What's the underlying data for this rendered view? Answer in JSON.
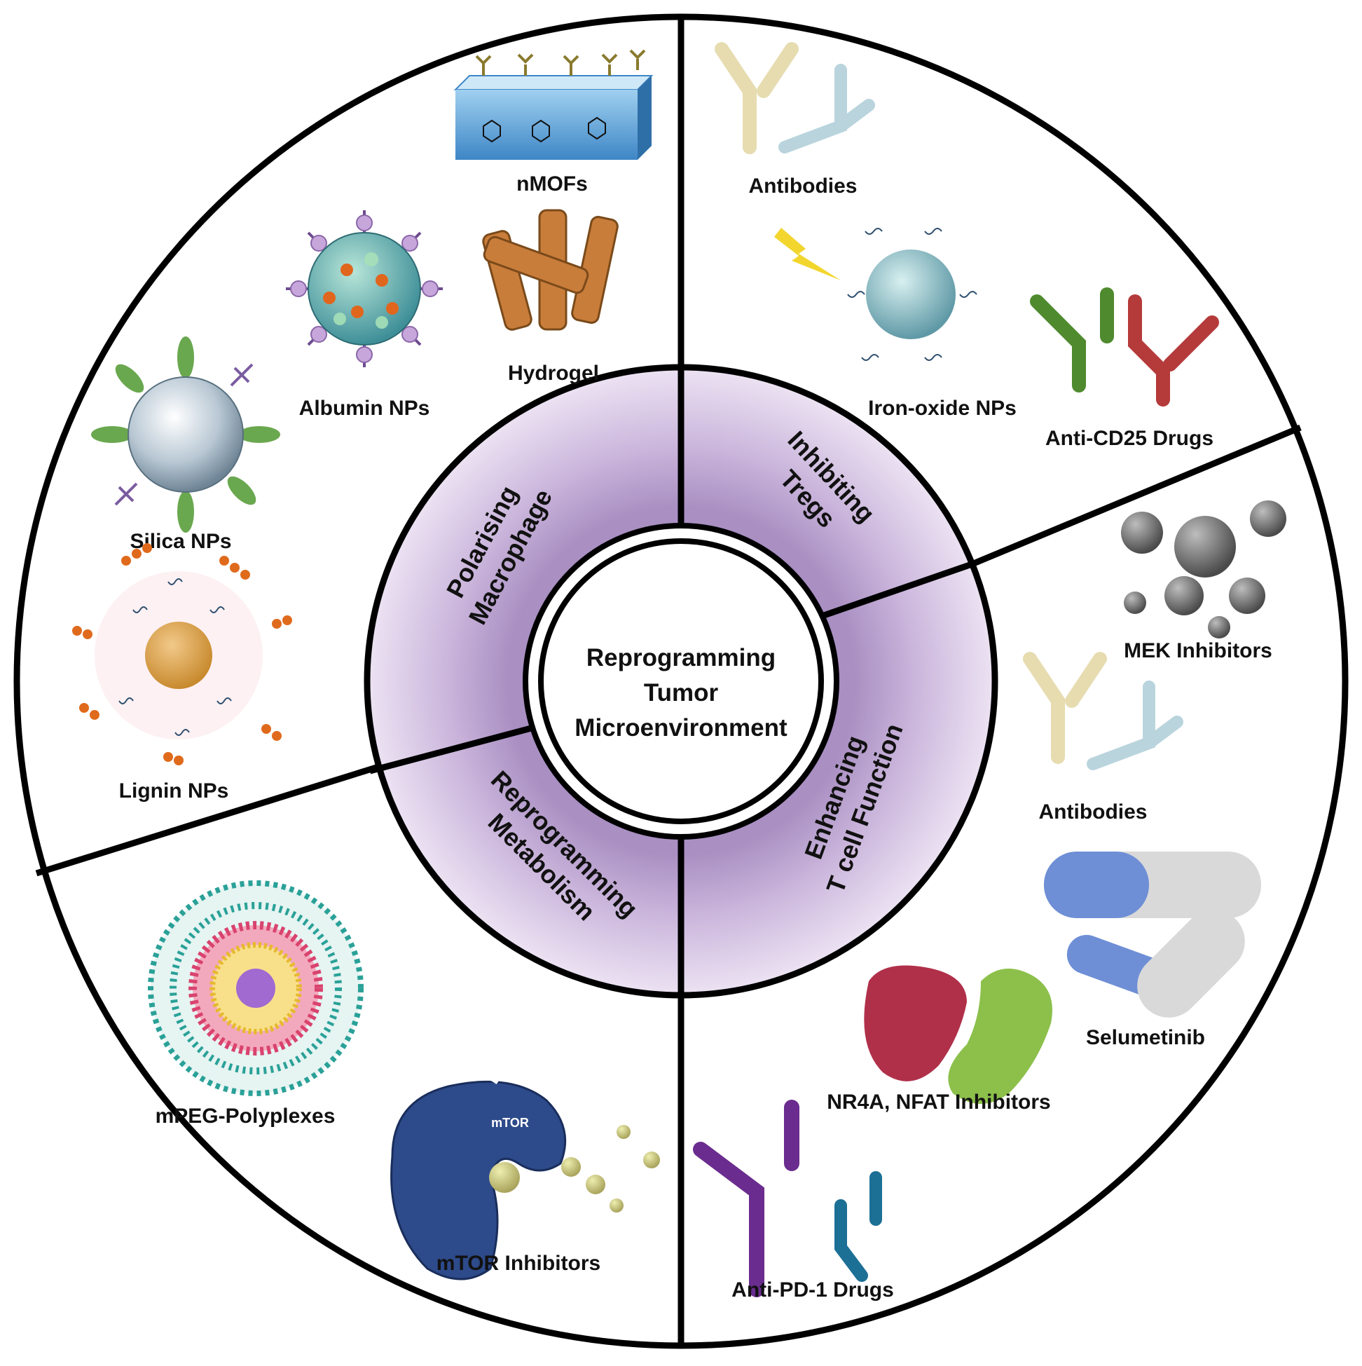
{
  "center": {
    "line1": "Reprogramming",
    "line2": "Tumor",
    "line3": "Microenvironment"
  },
  "segments": {
    "macrophage": {
      "line1": "Polarising",
      "line2": "Macrophage"
    },
    "tregs": {
      "line1": "Inhibiting",
      "line2": "Tregs"
    },
    "tcell": {
      "line1": "Enhancing",
      "line2": "T cell Function"
    },
    "metabolism": {
      "line1": "Reprogramming",
      "line2": "Metabolism"
    }
  },
  "labels": {
    "nmofs": "nMOFs",
    "hydrogel": "Hydrogel",
    "albumin": "Albumin NPs",
    "silica": "Silica NPs",
    "lignin": "Lignin NPs",
    "antibodies_top": "Antibodies",
    "iron_oxide": "Iron-oxide NPs",
    "anti_cd25": "Anti-CD25 Drugs",
    "mek": "MEK Inhibitors",
    "antibodies_right": "Antibodies",
    "selumetinib": "Selumetinib",
    "nr4a": "NR4A, NFAT Inhibitors",
    "anti_pd1": "Anti-PD-1 Drugs",
    "mtor_inhibitors": "mTOR Inhibitors",
    "mtor_protein": "mTOR",
    "mpeg": "mPEG-Polyplexes"
  },
  "colors": {
    "ring_fill": "#d9cbe3",
    "ring_edge": "#a68bbd",
    "outline": "#000000"
  }
}
